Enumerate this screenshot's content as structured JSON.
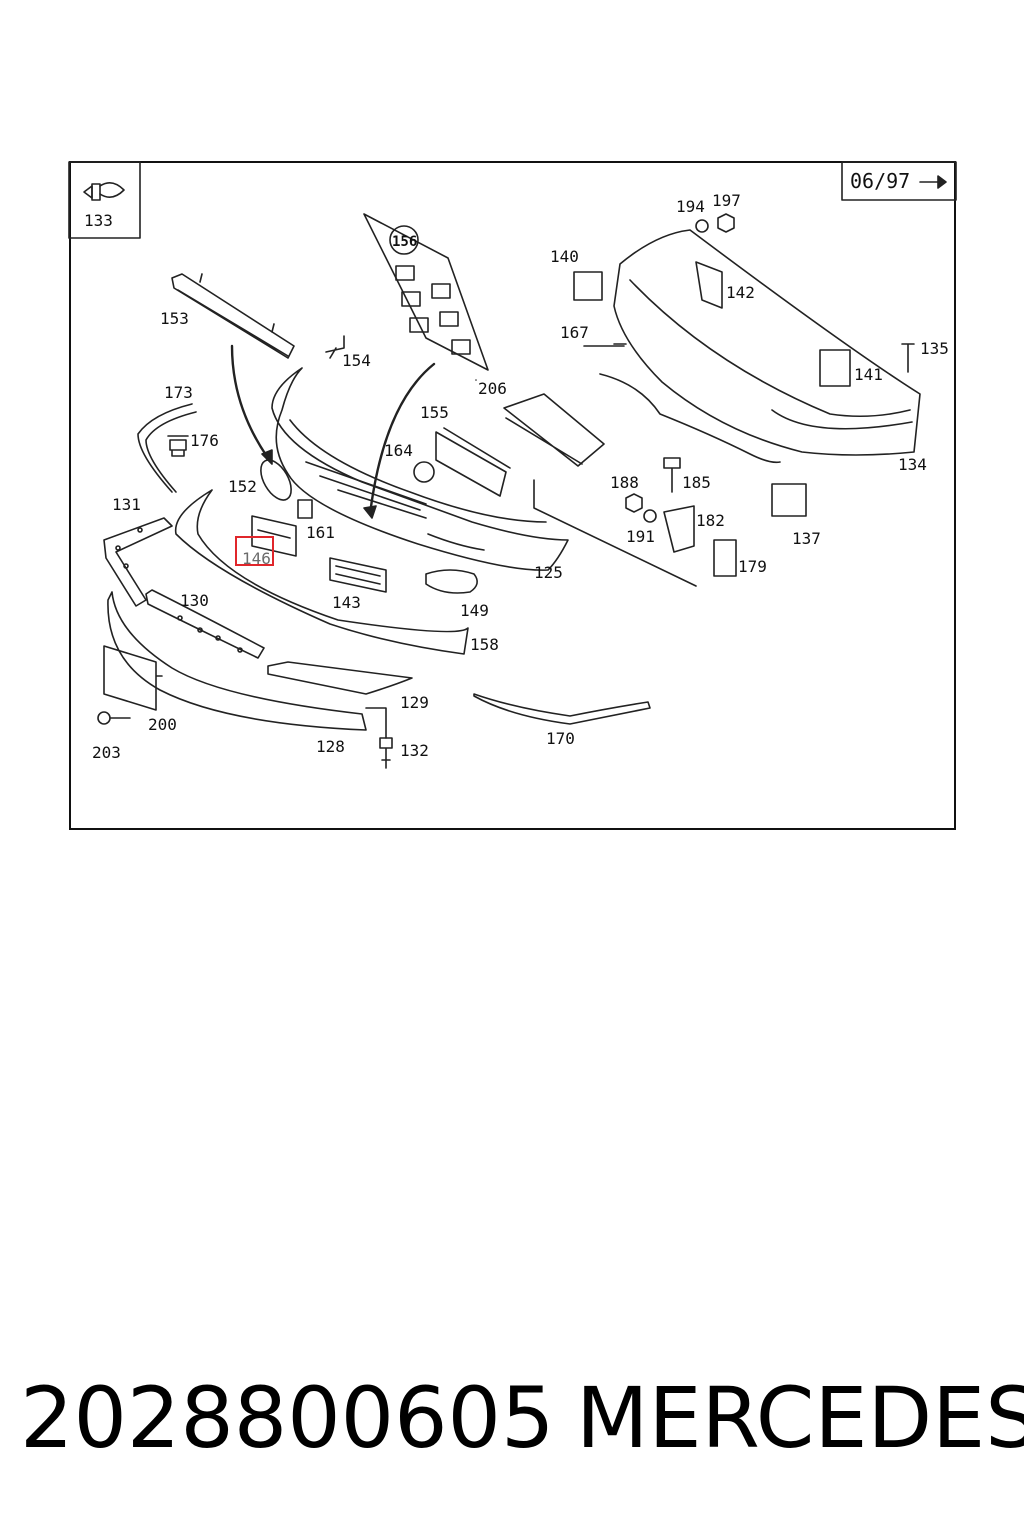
{
  "diagram": {
    "date_box": {
      "text": "06/97",
      "arrow": "arrow-right-icon"
    },
    "inset_label": "133",
    "parts": [
      "153",
      "154",
      "173",
      "176",
      "131",
      "152",
      "161",
      "146",
      "143",
      "130",
      "158",
      "129",
      "200",
      "203",
      "128",
      "132",
      "170",
      "125",
      "149",
      "155",
      "164",
      "156",
      "206",
      "140",
      "167",
      "194",
      "197",
      "142",
      "135",
      "141",
      "134",
      "188",
      "185",
      "182",
      "191",
      "179",
      "137"
    ],
    "highlight": {
      "label": "146",
      "color": "#e0262b"
    }
  },
  "caption": {
    "part_number": "2028800605",
    "brand": "MERCEDES"
  }
}
